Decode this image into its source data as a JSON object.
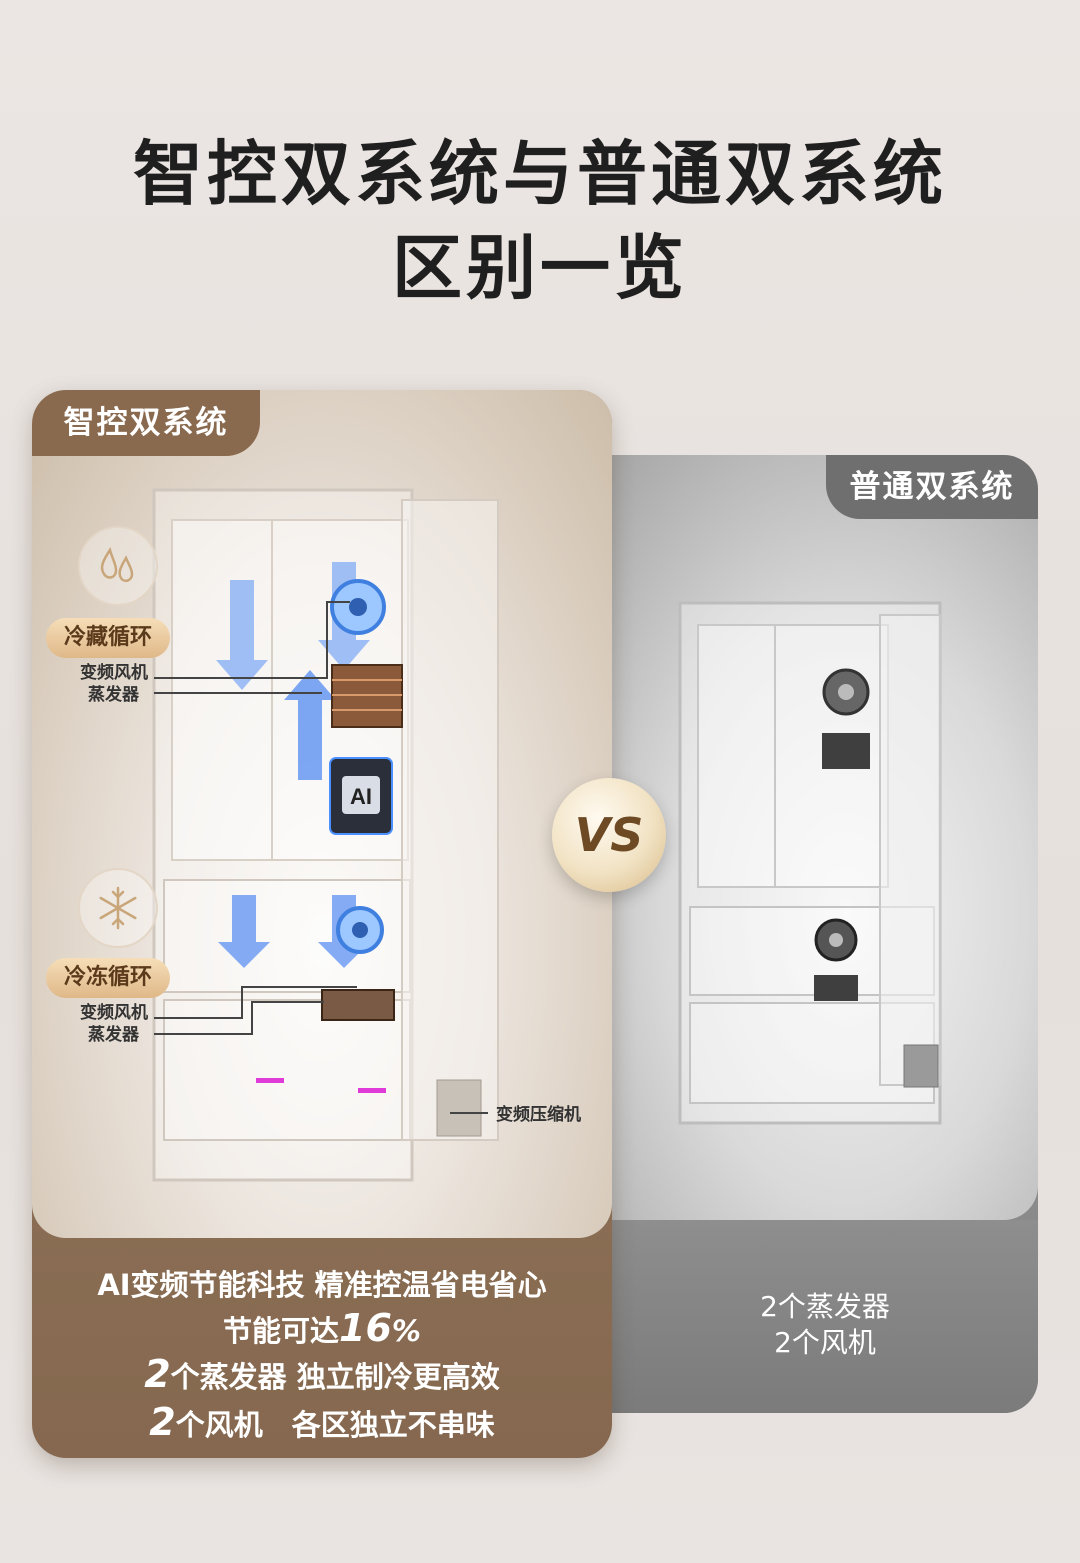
{
  "header": {
    "title_line1": "智控双系统与普通双系统",
    "title_line2": "区别一览"
  },
  "left_card": {
    "tag": "智控双系统",
    "fridge_cycle": {
      "label": "冷藏循环",
      "fan": "变频风机",
      "evaporator": "蒸发器",
      "icon": "water-drops-icon"
    },
    "freezer_cycle": {
      "label": "冷冻循环",
      "fan": "变频风机",
      "evaporator": "蒸发器",
      "icon": "snowflake-icon"
    },
    "compressor_label": "变频压缩机",
    "chip_label": "AI",
    "lines": {
      "l1": "AI变频节能科技 精准控温省电省心",
      "l2_prefix": "节能可达",
      "l2_value": "16",
      "l2_unit": "%",
      "l3_num": "2",
      "l3_text": "个蒸发器 独立制冷更高效",
      "l4_num": "2",
      "l4_text": "个风机　各区独立不串味"
    }
  },
  "vs_label": "VS",
  "right_card": {
    "tag": "普通双系统",
    "line1": "2个蒸发器",
    "line2": "2个风机"
  },
  "colors": {
    "gold_pill": "#dfb888",
    "left_bottom": "#85684f",
    "right_bottom": "#7b7b7b",
    "arrow_blue": "#5a8ef0"
  }
}
